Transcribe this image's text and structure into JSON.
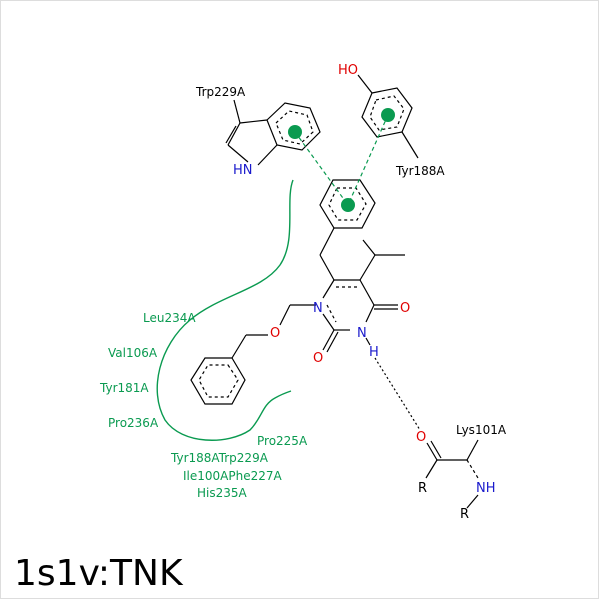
{
  "title": "1s1v:TNK",
  "colors": {
    "oxygen": "#e00000",
    "nitrogen": "#1a1acc",
    "hydrophobic": "#0a9a50",
    "bond": "#000000"
  },
  "residues": {
    "trp": "Trp229A",
    "tyr": "Tyr188A",
    "lys": "Lys101A"
  },
  "hydrophobic": {
    "leu": "Leu234A",
    "val": "Val106A",
    "tyr181": "Tyr181A",
    "pro236": "Pro236A",
    "pro225": "Pro225A",
    "line1": "Tyr188ATrp229A",
    "line2": "Ile100APhe227A",
    "line3": "His235A"
  },
  "atoms": {
    "ho": "HO",
    "hn": "HN",
    "n1": "N",
    "n2": "N",
    "h": "H",
    "o_ring_top": "O",
    "o_ring_bottom": "O",
    "o_ether": "O",
    "o_lys": "O",
    "nh": "NH",
    "r1": "R",
    "r2": "R"
  }
}
